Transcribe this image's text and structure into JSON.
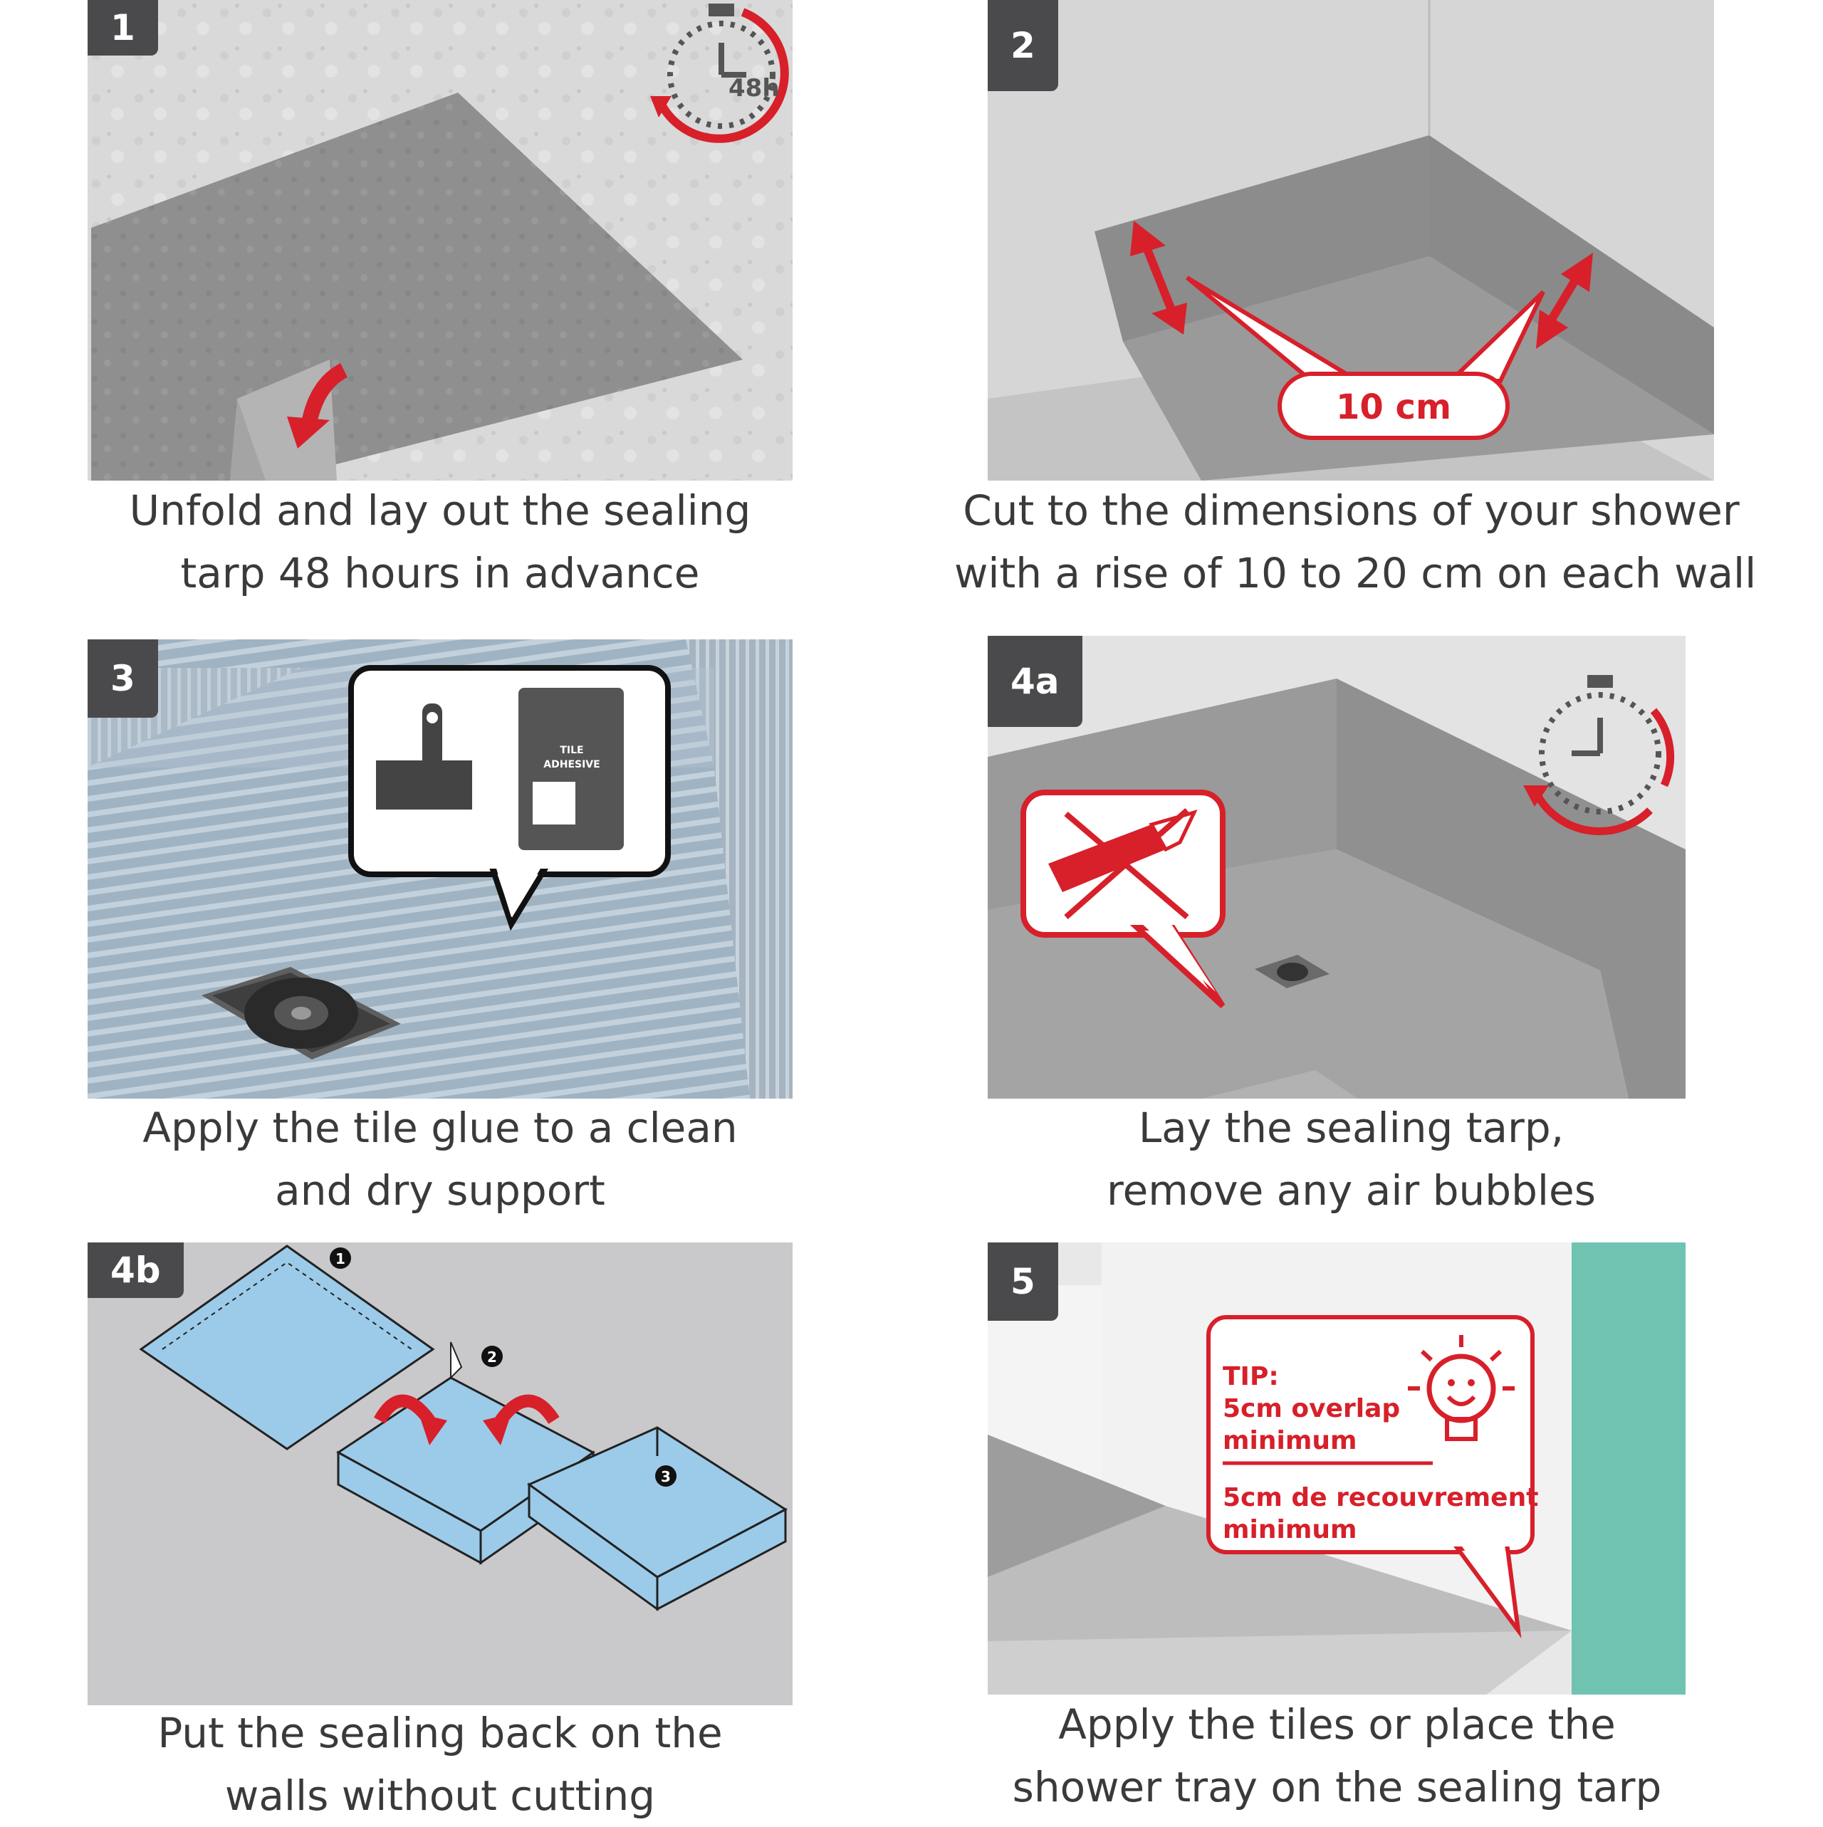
{
  "steps": [
    {
      "tag": "1",
      "caption_line1": "Unfold and lay out the sealing",
      "caption_line2": "tarp 48 hours in advance",
      "timer_label": "48h",
      "icons": [
        "stopwatch-icon",
        "fold-arrow-icon"
      ]
    },
    {
      "tag": "2",
      "caption_line1": "Cut to the dimensions of your shower",
      "caption_line2": "with a rise of 10 to 20 cm on each wall",
      "callout": "10 cm",
      "icons": [
        "double-arrow-icon"
      ]
    },
    {
      "tag": "3",
      "caption_line1": "Apply the tile glue to a clean",
      "caption_line2": "and dry support",
      "bag_label_line1": "TILE",
      "bag_label_line2": "ADHESIVE",
      "icons": [
        "trowel-icon",
        "adhesive-bag-icon",
        "drain-icon"
      ]
    },
    {
      "tag": "4a",
      "caption_line1": "Lay the sealing tarp,",
      "caption_line2": "remove any air bubbles",
      "icons": [
        "stopwatch-icon",
        "no-cutter-icon",
        "drain-icon"
      ]
    },
    {
      "tag": "4b",
      "caption_line1": "Put the sealing back on the",
      "caption_line2": "walls without cutting",
      "markers": [
        "1",
        "2",
        "3"
      ],
      "icons": [
        "fold-arrow-icon"
      ]
    },
    {
      "tag": "5",
      "caption_line1": "Apply the tiles or place the",
      "caption_line2": "shower tray on the sealing tarp",
      "tip_line1": "TIP:",
      "tip_line2": "5cm overlap",
      "tip_line3": "minimum",
      "tip_line4": "5cm de recouvrement",
      "tip_line5": "minimum",
      "icons": [
        "lightbulb-icon"
      ]
    }
  ],
  "colors": {
    "tag_bg": "#4a4a4c",
    "accent_red": "#d7202a",
    "tarp_grey": "#8f8f8f",
    "wall_light": "#dcdcdc",
    "membrane_blue": "#9ccbe9",
    "green_board": "#6fc3b0"
  }
}
